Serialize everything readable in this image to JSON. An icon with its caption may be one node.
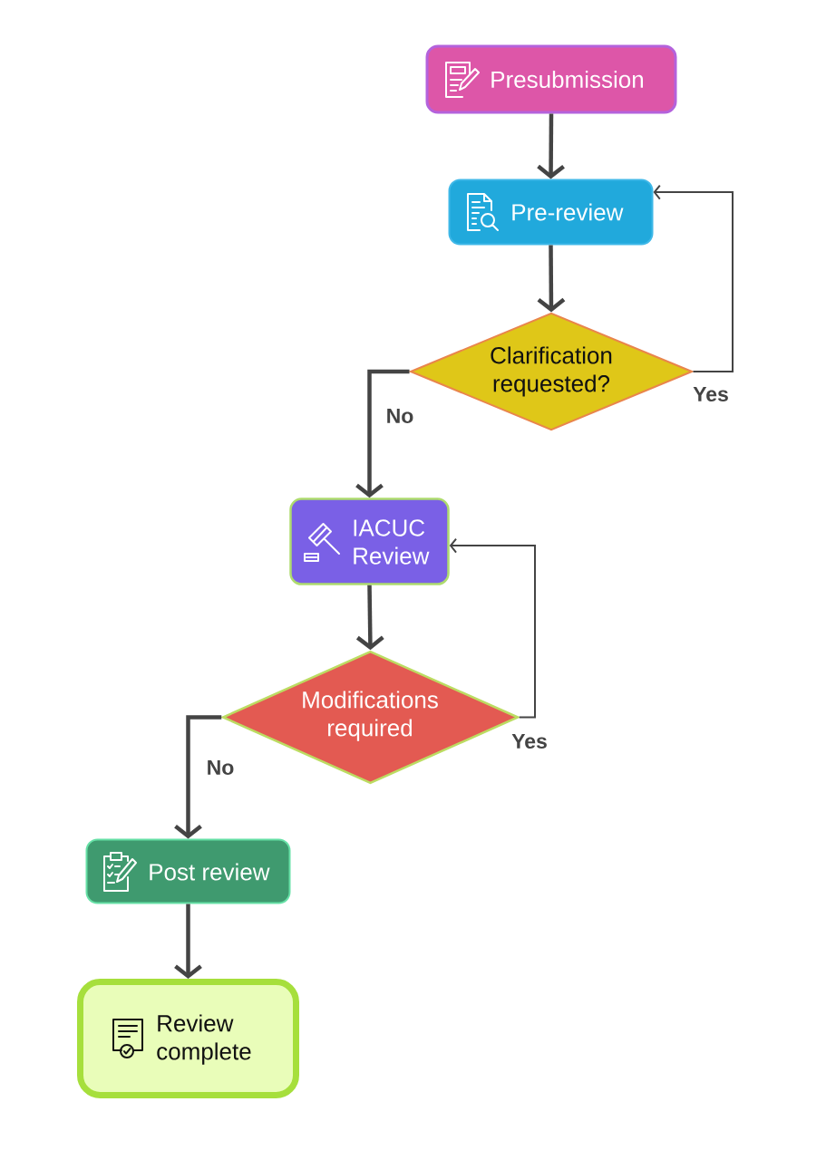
{
  "diagram": {
    "nodes": [
      {
        "text": [
          "Presubmission"
        ]
      },
      {
        "text": [
          "Pre-review"
        ]
      },
      {
        "text": [
          "Clarification requested?"
        ]
      },
      {
        "text": [
          "IACUC Review"
        ]
      },
      {
        "text": [
          "Modifications required"
        ]
      },
      {
        "text": [
          "Post review"
        ]
      },
      {
        "text": [
          "Review complete"
        ]
      }
    ],
    "edges": [
      {
        "from": 0,
        "to": 1,
        "arrow": "to"
      },
      {
        "from": 1,
        "to": 2,
        "arrow": "to"
      },
      {
        "from": 2,
        "to": 1,
        "arrow": "to",
        "label": "Yes"
      },
      {
        "from": 2,
        "to": 3,
        "arrow": "to",
        "label": "No"
      },
      {
        "from": 3,
        "to": 4,
        "arrow": "to"
      },
      {
        "from": 4,
        "to": 3,
        "arrow": "to",
        "label": "Yes"
      },
      {
        "from": 4,
        "to": 5,
        "arrow": "to",
        "label": "No"
      },
      {
        "from": 5,
        "to": 6,
        "arrow": "to"
      }
    ]
  }
}
